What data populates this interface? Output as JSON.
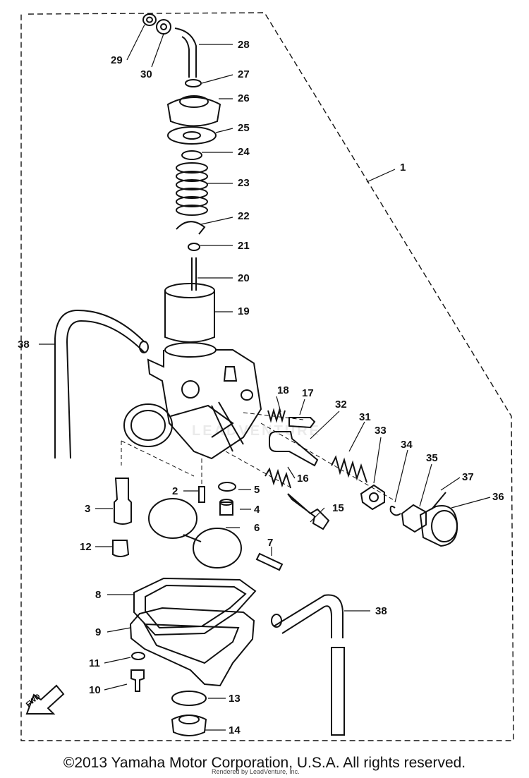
{
  "diagram": {
    "callouts": [
      "1",
      "2",
      "3",
      "4",
      "5",
      "6",
      "7",
      "8",
      "9",
      "10",
      "11",
      "12",
      "13",
      "14",
      "15",
      "16",
      "17",
      "18",
      "19",
      "20",
      "21",
      "22",
      "23",
      "24",
      "25",
      "26",
      "27",
      "28",
      "29",
      "30",
      "31",
      "32",
      "33",
      "34",
      "35",
      "36",
      "37",
      "38"
    ],
    "direction_tag": "FWD",
    "watermark": "LEADVENTURE"
  },
  "footer": {
    "copyright": "©2013 Yamaha Motor Corporation, U.S.A. All rights reserved.",
    "credit": "Rendered by LeadVenture, Inc."
  },
  "colors": {
    "ink": "#111111",
    "background": "#ffffff"
  }
}
